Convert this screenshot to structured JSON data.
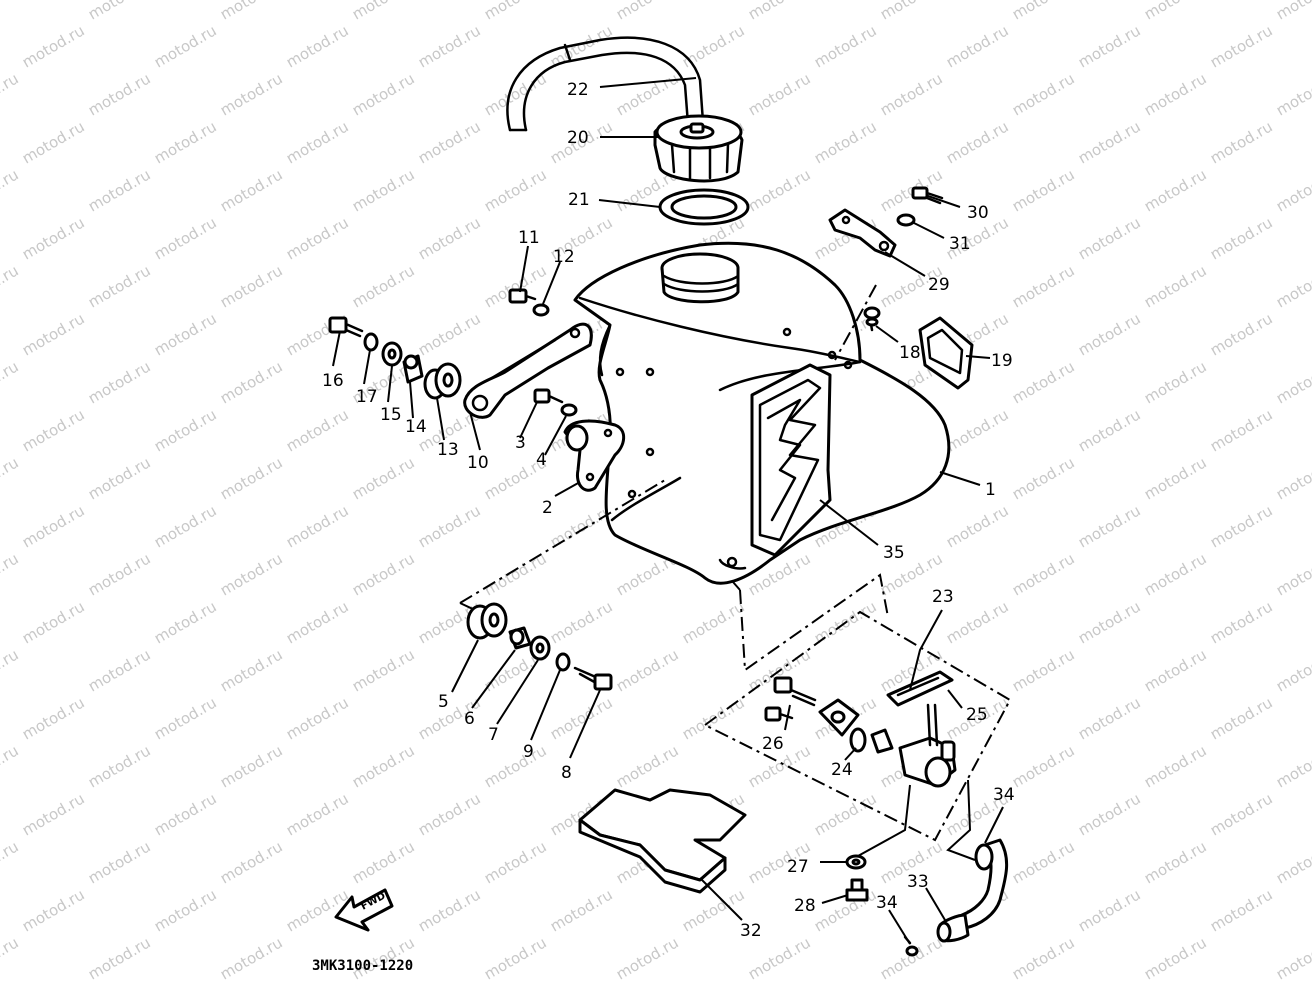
{
  "watermark": "motod.ru",
  "diagram_code": "3MK3100-1220",
  "fwd_label": "FWD",
  "parts": [
    {
      "id": "1",
      "label": "1",
      "name": "fuel-tank"
    },
    {
      "id": "2",
      "label": "2",
      "name": "bracket-damper"
    },
    {
      "id": "3",
      "label": "3",
      "name": "bolt"
    },
    {
      "id": "4",
      "label": "4",
      "name": "washer"
    },
    {
      "id": "5",
      "label": "5",
      "name": "damper"
    },
    {
      "id": "6",
      "label": "6",
      "name": "collar"
    },
    {
      "id": "7",
      "label": "7",
      "name": "washer"
    },
    {
      "id": "8",
      "label": "8",
      "name": "bolt"
    },
    {
      "id": "9",
      "label": "9",
      "name": "washer"
    },
    {
      "id": "10",
      "label": "10",
      "name": "bracket"
    },
    {
      "id": "11",
      "label": "11",
      "name": "bolt"
    },
    {
      "id": "12",
      "label": "12",
      "name": "washer"
    },
    {
      "id": "13",
      "label": "13",
      "name": "damper"
    },
    {
      "id": "14",
      "label": "14",
      "name": "collar"
    },
    {
      "id": "15",
      "label": "15",
      "name": "nut"
    },
    {
      "id": "16",
      "label": "16",
      "name": "bolt"
    },
    {
      "id": "17",
      "label": "17",
      "name": "washer"
    },
    {
      "id": "18",
      "label": "18",
      "name": "screw"
    },
    {
      "id": "19",
      "label": "19",
      "name": "emblem"
    },
    {
      "id": "20",
      "label": "20",
      "name": "fuel-cap"
    },
    {
      "id": "21",
      "label": "21",
      "name": "gasket"
    },
    {
      "id": "22",
      "label": "22",
      "name": "breather-hose"
    },
    {
      "id": "23",
      "label": "23",
      "name": "fuel-cock-assembly"
    },
    {
      "id": "24",
      "label": "24",
      "name": "o-ring"
    },
    {
      "id": "25",
      "label": "25",
      "name": "gasket"
    },
    {
      "id": "26",
      "label": "26",
      "name": "screw"
    },
    {
      "id": "27",
      "label": "27",
      "name": "washer"
    },
    {
      "id": "28",
      "label": "28",
      "name": "screw"
    },
    {
      "id": "29",
      "label": "29",
      "name": "bracket"
    },
    {
      "id": "30",
      "label": "30",
      "name": "screw"
    },
    {
      "id": "31",
      "label": "31",
      "name": "washer"
    },
    {
      "id": "32",
      "label": "32",
      "name": "pad"
    },
    {
      "id": "33",
      "label": "33",
      "name": "fuel-pipe"
    },
    {
      "id": "34",
      "label": "34",
      "name": "clip"
    },
    {
      "id": "34b",
      "label": "34",
      "name": "clip"
    },
    {
      "id": "35",
      "label": "35",
      "name": "graphic"
    }
  ]
}
